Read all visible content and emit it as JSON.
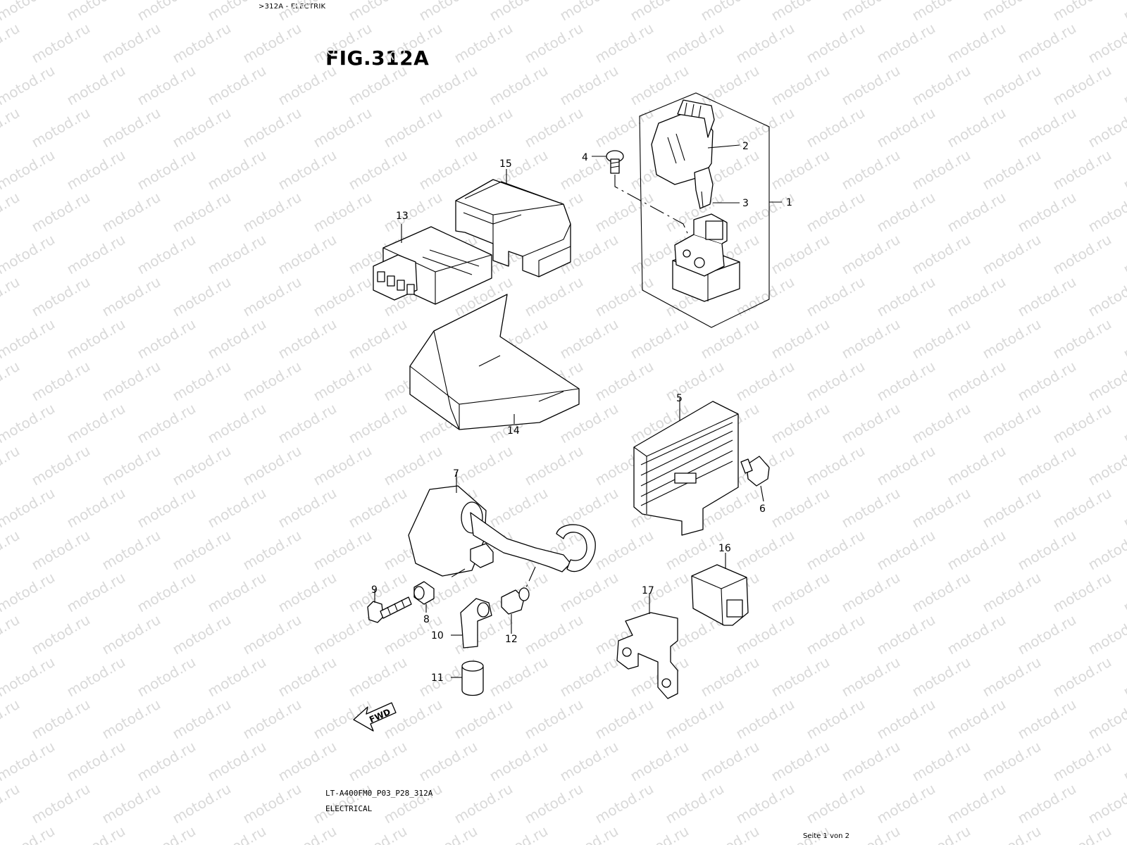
{
  "header": {
    "breadcrumb": ">312A - ELECTRIK",
    "figure_title": "FIG.312A"
  },
  "watermark": {
    "text": "motod.ru"
  },
  "diagram": {
    "callouts": [
      {
        "id": "1",
        "label": "1"
      },
      {
        "id": "2",
        "label": "2"
      },
      {
        "id": "3",
        "label": "3"
      },
      {
        "id": "4",
        "label": "4"
      },
      {
        "id": "5",
        "label": "5"
      },
      {
        "id": "6",
        "label": "6"
      },
      {
        "id": "7",
        "label": "7"
      },
      {
        "id": "8",
        "label": "8"
      },
      {
        "id": "9",
        "label": "9"
      },
      {
        "id": "10",
        "label": "10"
      },
      {
        "id": "11",
        "label": "11"
      },
      {
        "id": "12",
        "label": "12"
      },
      {
        "id": "13",
        "label": "13"
      },
      {
        "id": "14",
        "label": "14"
      },
      {
        "id": "15",
        "label": "15"
      },
      {
        "id": "16",
        "label": "16"
      },
      {
        "id": "17",
        "label": "17"
      }
    ],
    "fwd_label": "FWD"
  },
  "footer": {
    "code": "LT-A400FM0_P03_P28_312A",
    "name": "ELECTRICAL",
    "page": "Seite 1 von 2"
  }
}
